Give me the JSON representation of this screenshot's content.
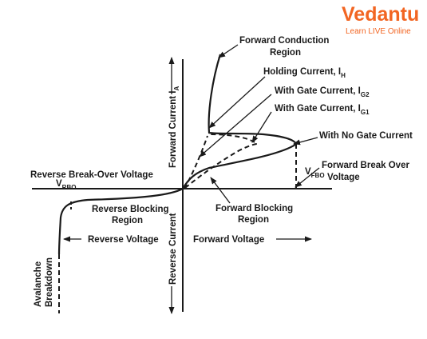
{
  "logo": {
    "name": "Vedantu",
    "tagline": "Learn LIVE Online",
    "color": "#f26522"
  },
  "axes": {
    "y_positive": "Forward Current I",
    "y_positive_sub": "A",
    "y_negative": "Reverse Current",
    "x_positive": "Forward Voltage",
    "x_negative": "Reverse Voltage"
  },
  "labels": {
    "forward_conduction_line1": "Forward Conduction",
    "forward_conduction_line2": "Region",
    "holding_current": "Holding Current, I",
    "holding_current_sub": "H",
    "gate_current_g2": "With Gate Current, I",
    "gate_current_g2_sub": "G2",
    "gate_current_g1": "With Gate Current, I",
    "gate_current_g1_sub": "G1",
    "no_gate_current": "With No Gate Current",
    "forward_breakover_line1": "Forward Break Over",
    "forward_breakover_line2": "Voltage",
    "vfbo": "V",
    "vfbo_sub": "FBO",
    "reverse_breakover": "Reverse Break-Over Voltage",
    "vrbo": "V",
    "vrbo_sub": "RBO",
    "reverse_blocking_line1": "Reverse Blocking",
    "reverse_blocking_line2": "Region",
    "forward_blocking_line1": "Forward Blocking",
    "forward_blocking_line2": "Region",
    "avalanche_line1": "Avalanche",
    "avalanche_line2": "Breakdown"
  }
}
